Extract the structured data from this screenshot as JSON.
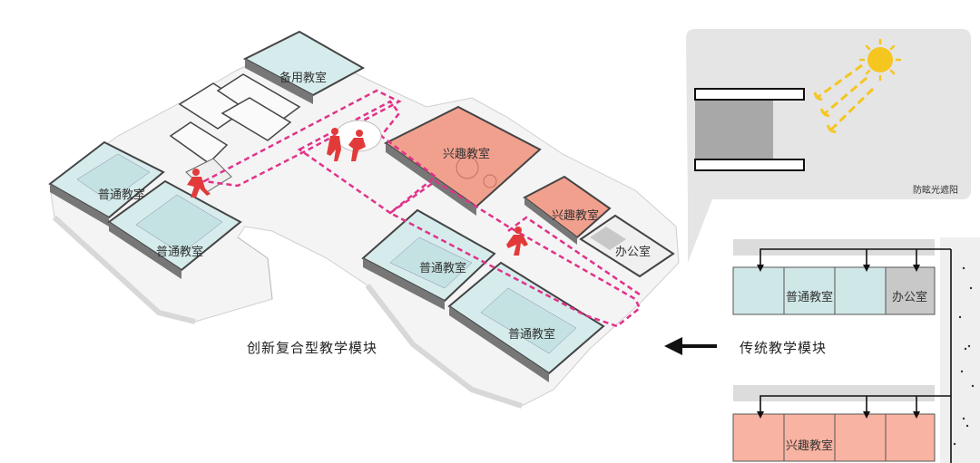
{
  "main_plan": {
    "caption": "创新复合型教学模块",
    "rooms": {
      "backup": "备用教室",
      "interest_1": "兴趣教室",
      "interest_2": "兴趣教室",
      "office": "办公室",
      "general_left_1": "普通教室",
      "general_left_2": "普通教室",
      "general_right_1": "普通教室",
      "general_right_2": "普通教室"
    }
  },
  "traditional": {
    "caption": "传统教学模块",
    "top_row": {
      "room": "普通教室",
      "office": "办公室"
    },
    "bottom_row": {
      "room": "兴趣教室"
    }
  },
  "sun_detail": {
    "caption": "防眩光遮阳"
  },
  "colors": {
    "interest_room": "#f2a08e",
    "general_room": "#cfe7e7",
    "office": "#c8c8c8",
    "corridor_dash": "#e0338a",
    "figure": "#e23a3a",
    "sun": "#f5c61f"
  }
}
